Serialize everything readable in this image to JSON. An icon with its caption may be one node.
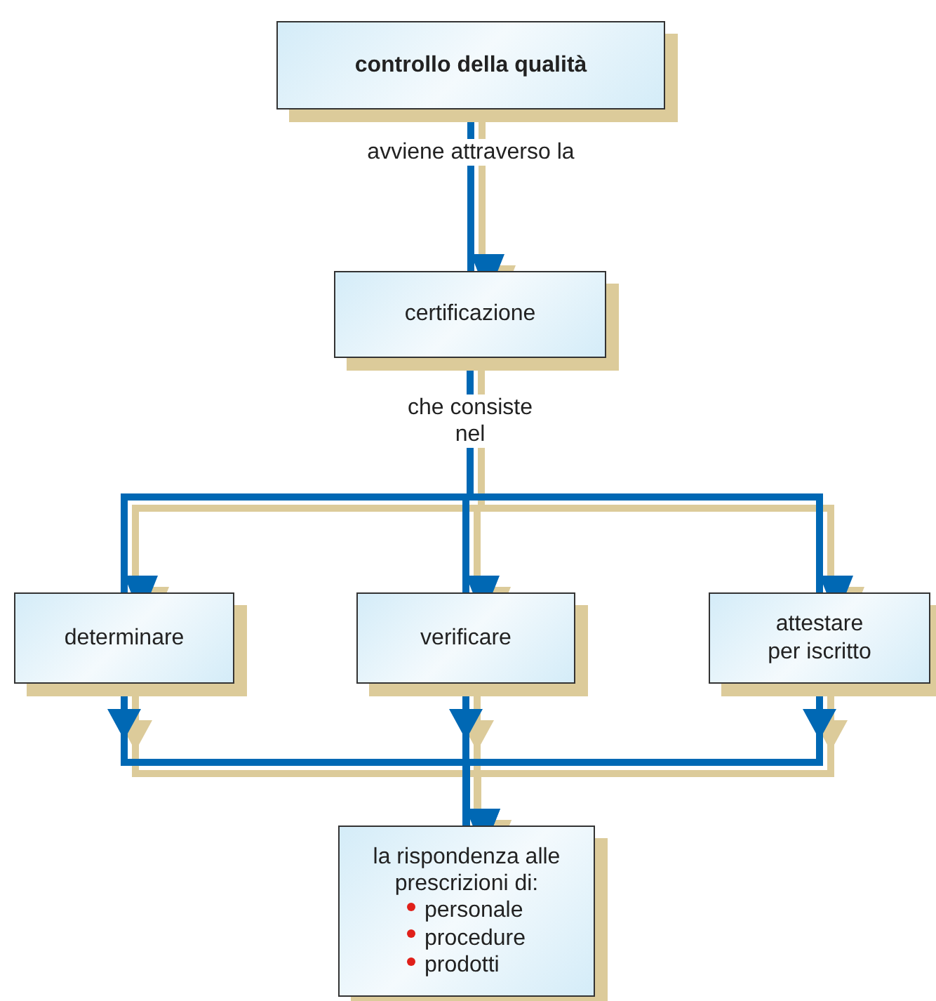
{
  "diagram": {
    "nodes": [
      {
        "text": [
          "controllo della qualità"
        ]
      },
      {
        "text": [
          "certificazione"
        ]
      },
      {
        "text": [
          "determinare"
        ]
      },
      {
        "text": [
          "verificare"
        ]
      },
      {
        "text": [
          "attestare per iscritto"
        ]
      },
      {
        "text": [
          "la rispondenza alle prescrizioni di:",
          "personale",
          "procedure",
          "prodotti"
        ]
      }
    ],
    "edges": [
      {
        "from": 0,
        "to": 1,
        "arrow": "to",
        "label": "avviene attraverso la"
      },
      {
        "from": 1,
        "to": 2,
        "arrow": "to"
      },
      {
        "from": 1,
        "to": 3,
        "arrow": "to",
        "label": "che consiste nel"
      },
      {
        "from": 1,
        "to": 4,
        "arrow": "to"
      },
      {
        "from": 2,
        "to": 5,
        "arrow": "to"
      },
      {
        "from": 3,
        "to": 5,
        "arrow": "to"
      },
      {
        "from": 4,
        "to": 5,
        "arrow": "to"
      }
    ]
  }
}
